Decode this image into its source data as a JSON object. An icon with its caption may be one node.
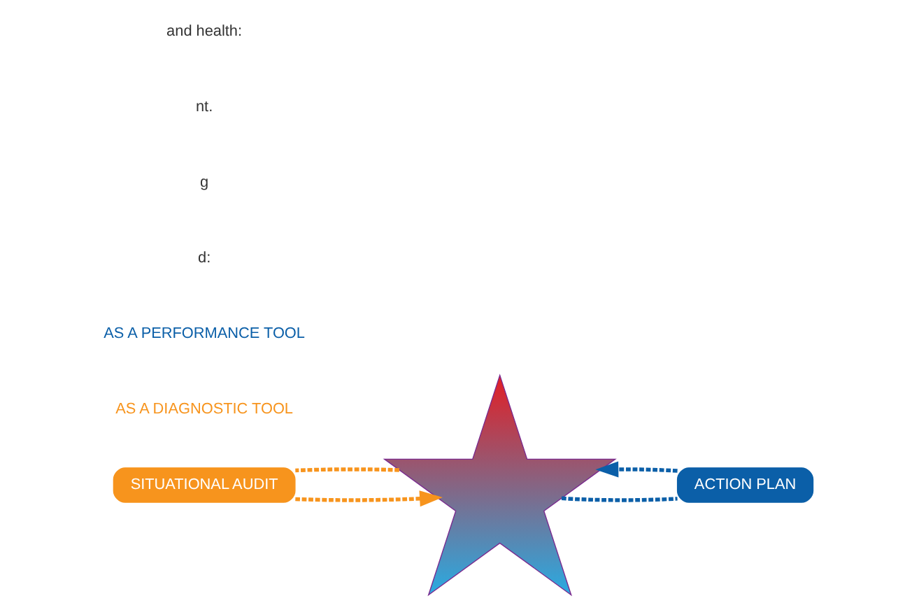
{
  "diagram": {
    "nodes": [
      {
        "text": [
          "SITUATIONAL AUDIT"
        ]
      },
      {
        "text": [],
        "shape": "star"
      },
      {
        "text": [
          "ACTION PLAN"
        ]
      }
    ],
    "edges": [
      {
        "from": 1,
        "to": 0,
        "arrow": "none",
        "style": "dashed",
        "color": "#f7941d"
      },
      {
        "from": 0,
        "to": 1,
        "arrow": "to",
        "style": "dashed",
        "color": "#f7941d"
      },
      {
        "from": 1,
        "to": 2,
        "arrow": "none",
        "style": "dashed",
        "color": "#0b5fa8"
      },
      {
        "from": 2,
        "to": 1,
        "arrow": "to",
        "style": "dashed",
        "color": "#0b5fa8"
      }
    ],
    "labels": [
      "AS A DIAGNOSTIC TOOL",
      "AS A PERFORMANCE TOOL",
      "d:",
      "g",
      "nt.",
      "and health:"
    ]
  }
}
